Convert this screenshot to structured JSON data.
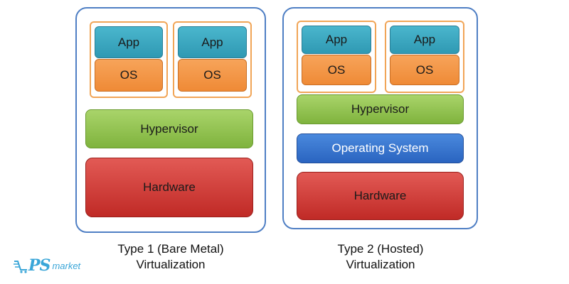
{
  "type1": {
    "vm_left": {
      "app": "App",
      "os": "OS"
    },
    "vm_right": {
      "app": "App",
      "os": "OS"
    },
    "hypervisor": "Hypervisor",
    "hardware": "Hardware",
    "caption_line1": "Type 1 (Bare Metal)",
    "caption_line2": "Virtualization"
  },
  "type2": {
    "vm_left": {
      "app": "App",
      "os": "OS"
    },
    "vm_right": {
      "app": "App",
      "os": "OS"
    },
    "hypervisor": "Hypervisor",
    "operating_system": "Operating System",
    "hardware": "Hardware",
    "caption_line1": "Type 2 (Hosted)",
    "caption_line2": "Virtualization"
  },
  "logo": {
    "mark": "PS",
    "word": "market"
  },
  "colors": {
    "panel_border": "#4f7fc4",
    "vm_border": "#f1a557",
    "app": "#3aa8c1",
    "os": "#f29543",
    "hypervisor": "#95c453",
    "operating_system": "#3a78d0",
    "hardware": "#d3423e",
    "logo": "#3aa6d8"
  }
}
